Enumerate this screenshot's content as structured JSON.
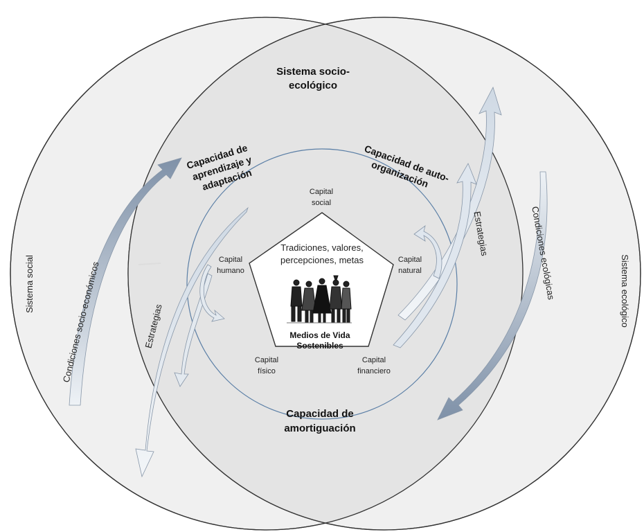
{
  "labels": {
    "socio_ecological_line1": "Sistema socio-",
    "socio_ecological_line2": "ecológico",
    "social_system": "Sistema social",
    "ecological_system": "Sistema ecológico",
    "learning_line1": "Capacidad de",
    "learning_line2": "aprendizaje y",
    "learning_line3": "adaptación",
    "selforg_line1": "Capacidad de auto-",
    "selforg_line2": "organización",
    "buffer_line1": "Capacidad de",
    "buffer_line2": "amortiguación",
    "socio_economic_conditions": "Condiciones socio-económicos",
    "ecological_conditions": "Condiciones ecológicas",
    "strategies_left": "Estrategias",
    "strategies_right": "Estrategias",
    "traditions_line1": "Tradiciones, valores,",
    "traditions_line2": "percepciones, metas",
    "livelihoods_line1": "Medios de Vida",
    "livelihoods_line2": "Sostenibles"
  },
  "capitals": {
    "social_line1": "Capital",
    "social_line2": "social",
    "human_line1": "Capital",
    "human_line2": "humano",
    "natural_line1": "Capital",
    "natural_line2": "natural",
    "physical_line1": "Capital",
    "physical_line2": "físico",
    "financial_line1": "Capital",
    "financial_line2": "financiero"
  },
  "colors": {
    "circle_fill": "#efefef",
    "overlap_fill": "#e3e3e3",
    "inner_circle_stroke": "#5b7fa6",
    "arrow_light": "#dde4ec",
    "arrow_dark": "#7d8fa5",
    "outline": "#333333"
  }
}
